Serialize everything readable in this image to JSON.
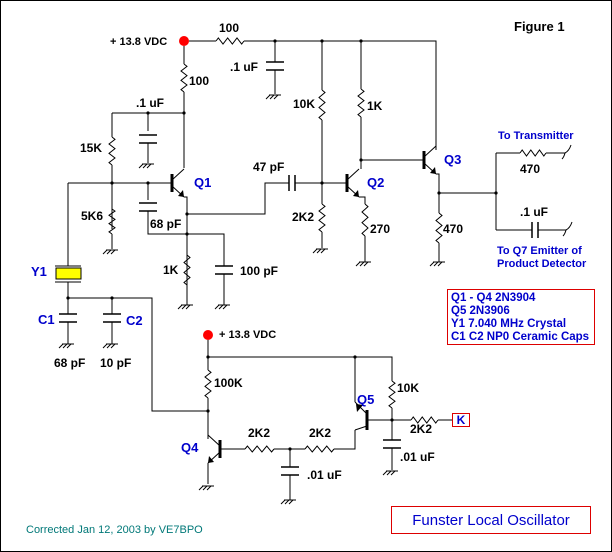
{
  "figure_label": "Figure 1",
  "title": "Funster Local Oscillator",
  "credit": "Corrected Jan 12, 2003 by VE7BPO",
  "power": {
    "top": "+ 13.8 VDC",
    "bottom": "+ 13.8 VDC",
    "color": "#ff0000"
  },
  "components": {
    "r_supply_series": "100",
    "c_supply_bypass": ".1 uF",
    "r_q1_collector": "100",
    "c_q1_collector_bypass": ".1 uF",
    "r_bias_upper": "15K",
    "r_bias_lower": "5K6",
    "c_feedback": "68 pF",
    "r_q1_emitter": "1K",
    "c_q1_emitter": "100 pF",
    "c_coupling": "47 pF",
    "r_q2_bias_upper": "10K",
    "r_q2_bias_lower": "2K2",
    "r_q2_collector": "1K",
    "r_q2_emitter": "270",
    "r_q3_emitter": "470",
    "r_tx_output": "470",
    "c_pd_output": ".1 uF",
    "r_q4_collector": "100K",
    "r_q4_base_1": "2K2",
    "r_q4_base_2": "2K2",
    "c_q4_filter": ".01 uF",
    "r_q5_base_pullup": "10K",
    "r_key": "2K2",
    "c_key_filter": ".01 uF",
    "c1_value": "68 pF",
    "c2_value": "10 pF"
  },
  "designators": {
    "q1": "Q1",
    "q2": "Q2",
    "q3": "Q3",
    "q4": "Q4",
    "q5": "Q5",
    "y1": "Y1",
    "c1": "C1",
    "c2": "C2",
    "key": "K"
  },
  "outputs": {
    "transmitter": "To Transmitter",
    "product_detector_line1": "To Q7 Emitter of",
    "product_detector_line2": "Product Detector"
  },
  "parts_notes": [
    "Q1 - Q4  2N3904",
    "Q5  2N3906",
    "Y1  7.040 MHz Crystal",
    "C1 C2 NP0 Ceramic Caps"
  ],
  "colors": {
    "wire": "#000000",
    "designator": "#0000cc",
    "box_border": "#dd0000",
    "crystal_fill": "#ffff00",
    "credit": "#007878"
  }
}
